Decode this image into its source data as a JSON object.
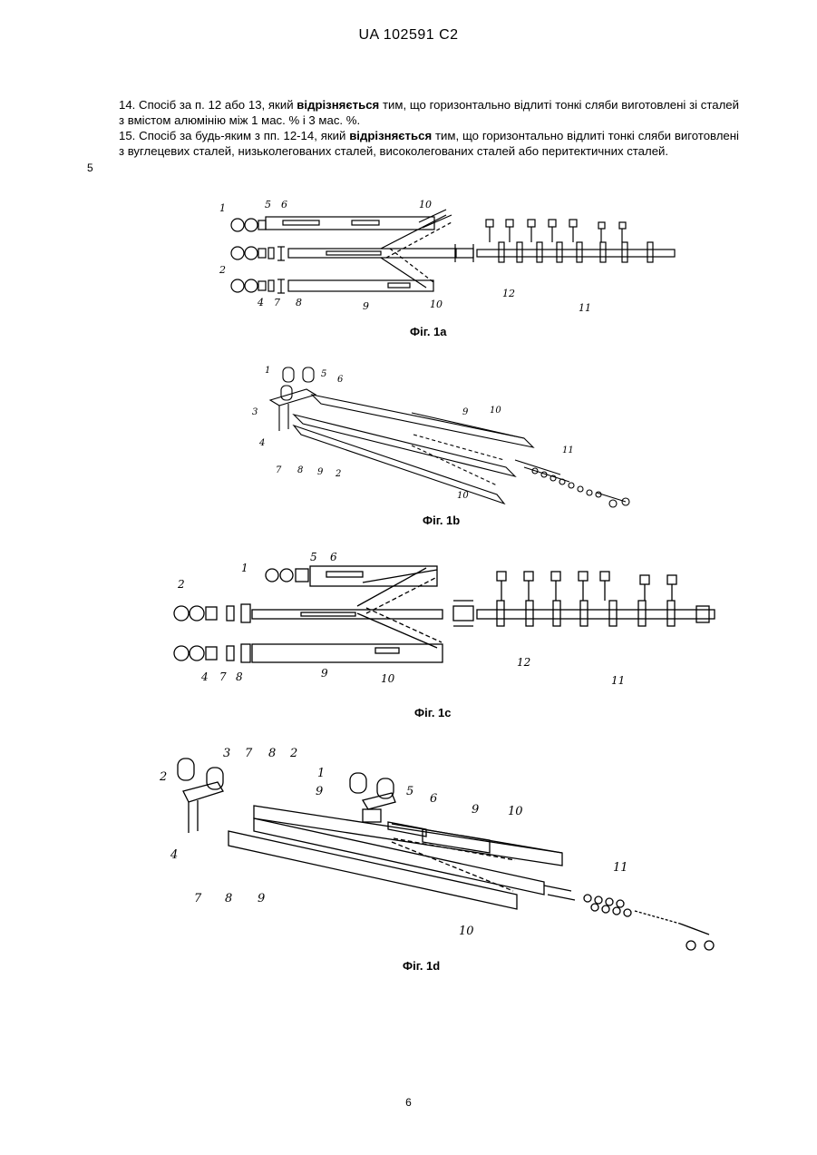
{
  "header": {
    "publication": "UA  102591  C2"
  },
  "claims": [
    {
      "lead": "14. Спосіб за п. 12 або 13, який ",
      "bold": "відрізняється",
      "rest": " тим, що горизонтально відлиті тонкі сляби виготовлені зі сталей з вмістом алюмінію між 1 мас. % і 3 мас. %."
    },
    {
      "lead": "15. Спосіб за будь-яким з пп. 12-14, який ",
      "bold": "відрізняється",
      "rest": " тим, що горизонтально відлиті тонкі сляби виготовлені з вуглецевих сталей, низьколегованих сталей, високолегованих сталей або перитектичних сталей."
    }
  ],
  "line_number": "5",
  "figures": {
    "fig1a": {
      "caption": "Фіг. 1а",
      "labels": [
        "1",
        "5",
        "6",
        "10",
        "2",
        "4",
        "7",
        "8",
        "9",
        "10",
        "12",
        "11"
      ]
    },
    "fig1b": {
      "caption": "Фіг. 1b",
      "labels": [
        "1",
        "5",
        "6",
        "3",
        "4",
        "7",
        "8",
        "9",
        "9",
        "10",
        "2",
        "10",
        "11"
      ]
    },
    "fig1c": {
      "caption": "Фіг. 1с",
      "labels": [
        "1",
        "5",
        "6",
        "2",
        "4",
        "7",
        "8",
        "9",
        "10",
        "12",
        "11"
      ]
    },
    "fig1d": {
      "caption": "Фіг. 1d",
      "labels": [
        "2",
        "3",
        "7",
        "8",
        "2",
        "1",
        "5",
        "6",
        "9",
        "9",
        "10",
        "4",
        "7",
        "8",
        "9",
        "10",
        "11"
      ]
    }
  },
  "page_number": "6"
}
